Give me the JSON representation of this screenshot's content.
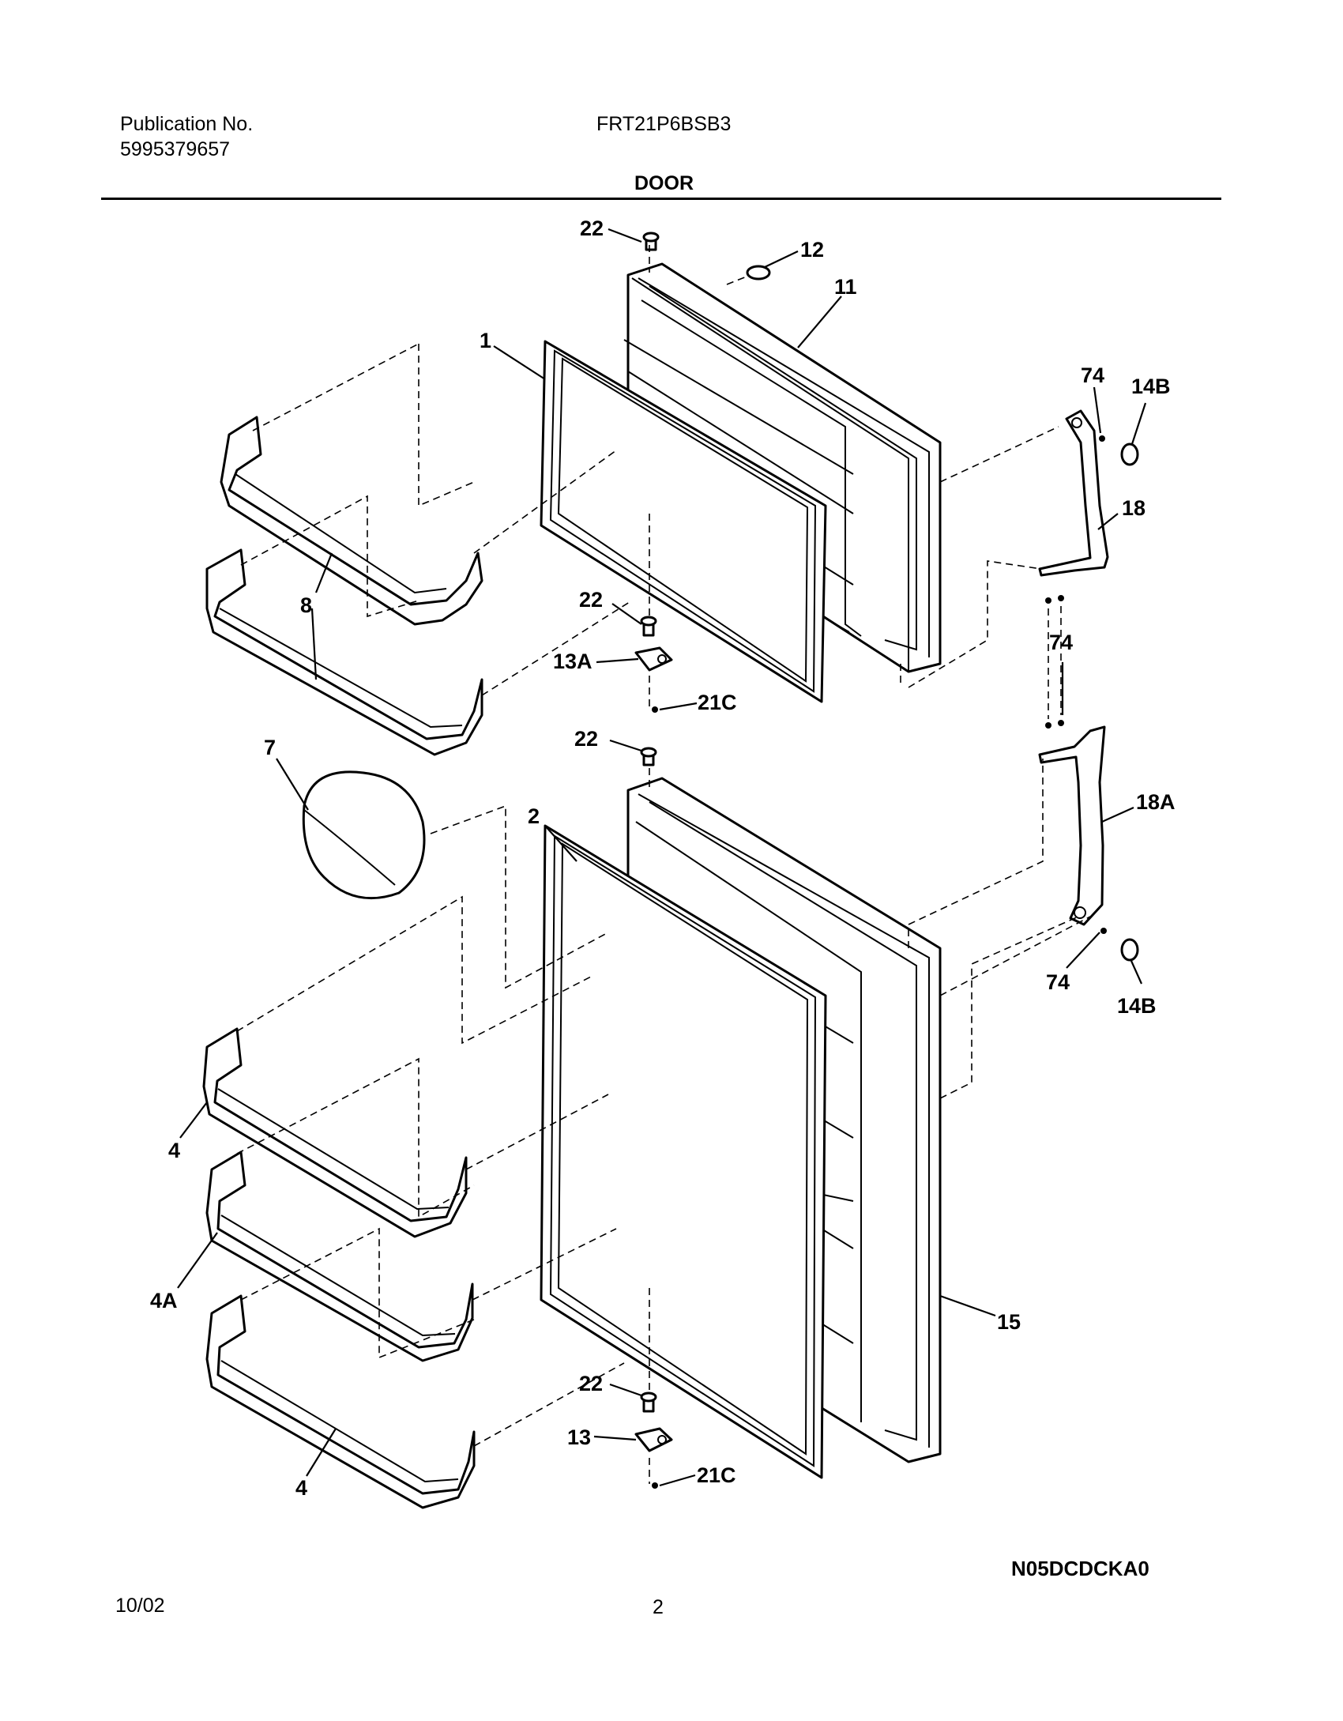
{
  "header": {
    "publication_label": "Publication No.",
    "publication_number": "5995379657",
    "model": "FRT21P6BSB3"
  },
  "section_title": "DOOR",
  "callouts": {
    "c22_top": "22",
    "c12": "12",
    "c11": "11",
    "c1": "1",
    "c74_a": "74",
    "c14b_a": "14B",
    "c18": "18",
    "c8": "8",
    "c22_mid": "22",
    "c13a": "13A",
    "c21c_a": "21C",
    "c74_b": "74",
    "c22_low": "22",
    "c7": "7",
    "c2": "2",
    "c18a": "18A",
    "c74_c": "74",
    "c14b_b": "14B",
    "c4_a": "4",
    "c4a": "4A",
    "c15": "15",
    "c22_bot": "22",
    "c13": "13",
    "c21c_b": "21C",
    "c4_b": "4"
  },
  "footer": {
    "diagram_code": "N05DCDCKA0",
    "date": "10/02",
    "page": "2"
  }
}
